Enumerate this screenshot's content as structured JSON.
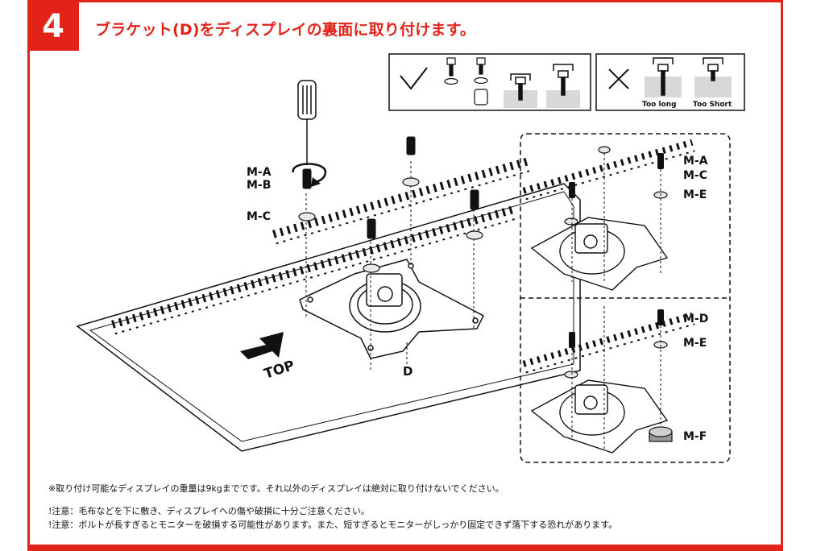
{
  "step": {
    "number": "4",
    "title": "ブラケット(D)をディスプレイの裏面に取り付けます。"
  },
  "diagram": {
    "check_box": {
      "too_long_label": "Too long",
      "too_short_label": "Too Short"
    },
    "labels": {
      "ma": "M-A",
      "mb": "M-B",
      "mc": "M-C",
      "md": "M-D",
      "me": "M-E",
      "mf": "M-F",
      "bracket": "D",
      "top": "TOP"
    }
  },
  "notes": [
    "※取り付け可能なディスプレイの重量は9kgまでです。それ以外のディスプレイは絶対に取り付けないでください。",
    "!注意：毛布などを下に敷き、ディスプレイへの傷や破損に十分ご注意ください。",
    "!注意：ボルトが長すぎるとモニターを破損する可能性があります。また、短すぎるとモニターがしっかり固定できず落下する恐れがあります。"
  ],
  "colors": {
    "accent": "#e2231a",
    "line": "#111111"
  },
  "icons": [
    "screwdriver-icon",
    "rotate-arrow-icon",
    "top-arrow-icon",
    "check-mark-icon",
    "cross-mark-icon"
  ]
}
